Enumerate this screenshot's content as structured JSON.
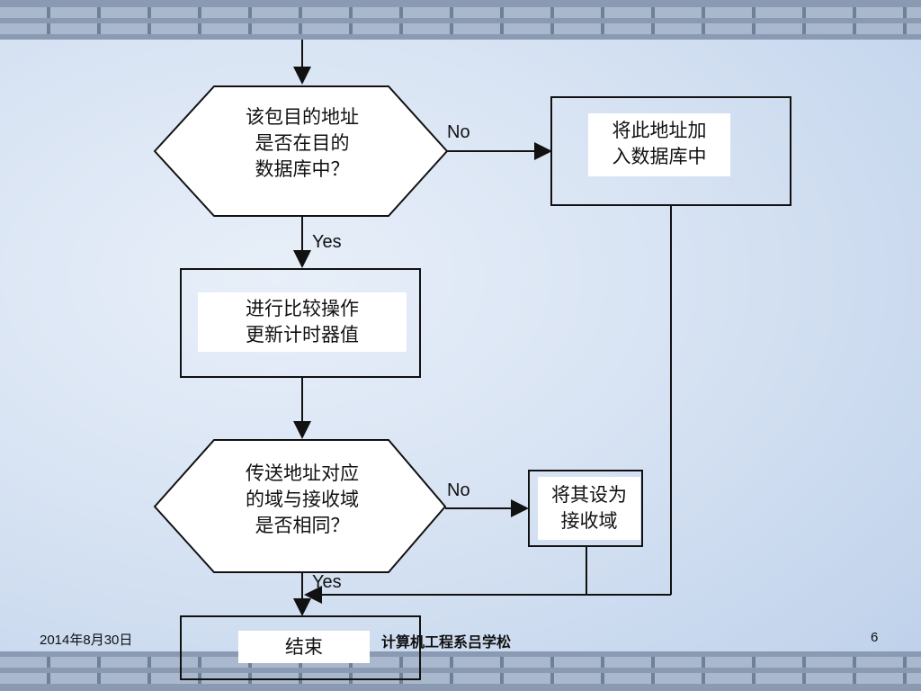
{
  "nodes": {
    "decision1": "该包目的地址\n是否在目的\n数据库中？",
    "add_db": "将此地址加\n入数据库中",
    "compare": "进行比较操作\n更新计时器值",
    "decision2": "传送地址对应\n的域与接收域\n是否相同？",
    "set_recv": "将其设为\n接收域",
    "end": "结束"
  },
  "edges": {
    "no1": "No",
    "yes1": "Yes",
    "no2": "No",
    "yes2": "Yes"
  },
  "footer": {
    "date": "2014年8月30日",
    "author": "计算机工程系吕学松",
    "page": "6"
  }
}
